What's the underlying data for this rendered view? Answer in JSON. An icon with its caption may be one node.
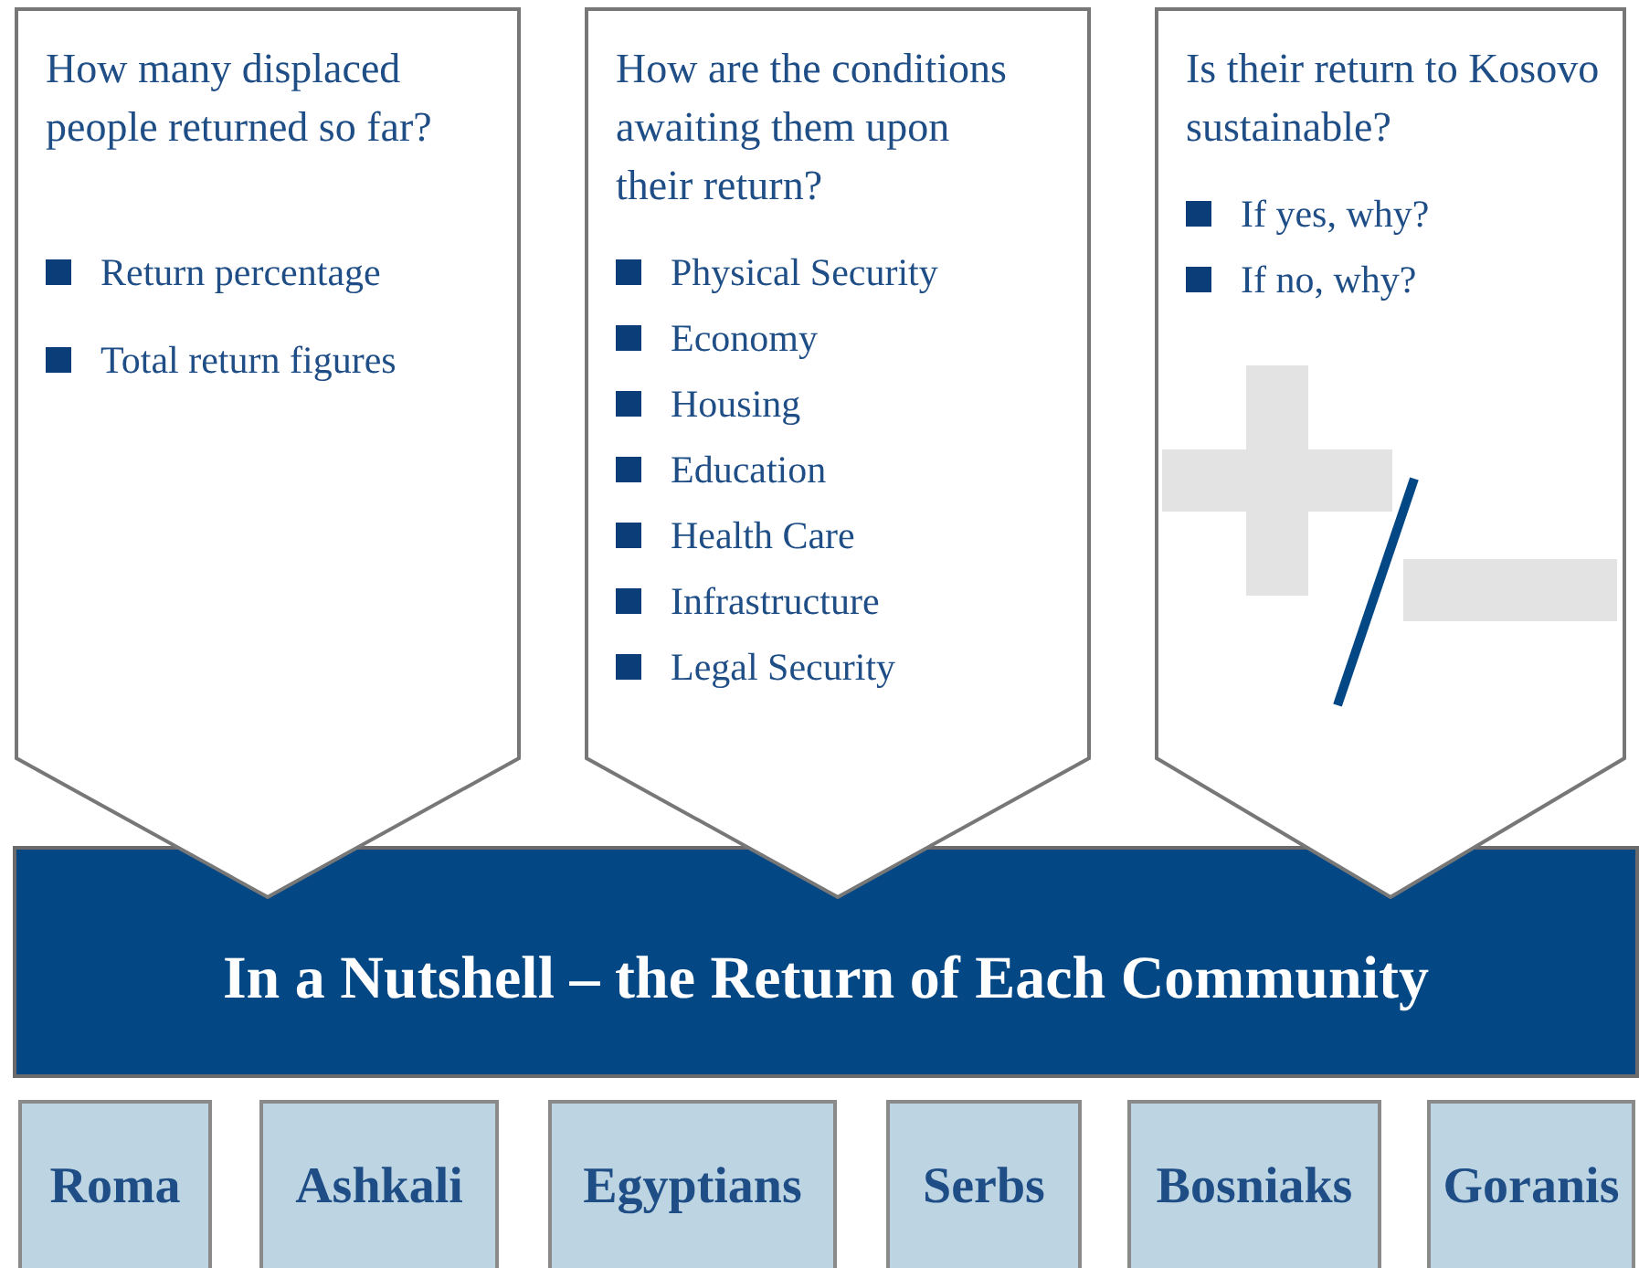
{
  "diagram": {
    "nodes": [
      {
        "text": [
          "How many displaced people returned so far?",
          "Return percentage",
          "Total return figures"
        ]
      },
      {
        "text": [
          "How are the conditions awaiting them upon their return?",
          "Physical Security",
          "Economy",
          "Housing",
          "Education",
          "Health Care",
          "Infrastructure",
          "Legal Security"
        ]
      },
      {
        "text": [
          "Is their return to Kosovo sustainable?",
          "If yes, why?",
          "If no, why?"
        ]
      },
      {
        "text": [
          "In a Nutshell – the Return of Each Community"
        ]
      },
      {
        "text": [
          "Roma"
        ]
      },
      {
        "text": [
          "Ashkali"
        ]
      },
      {
        "text": [
          "Egyptians"
        ]
      },
      {
        "text": [
          "Serbs"
        ]
      },
      {
        "text": [
          "Bosniaks"
        ]
      },
      {
        "text": [
          "Goranis"
        ]
      }
    ],
    "edges": []
  }
}
